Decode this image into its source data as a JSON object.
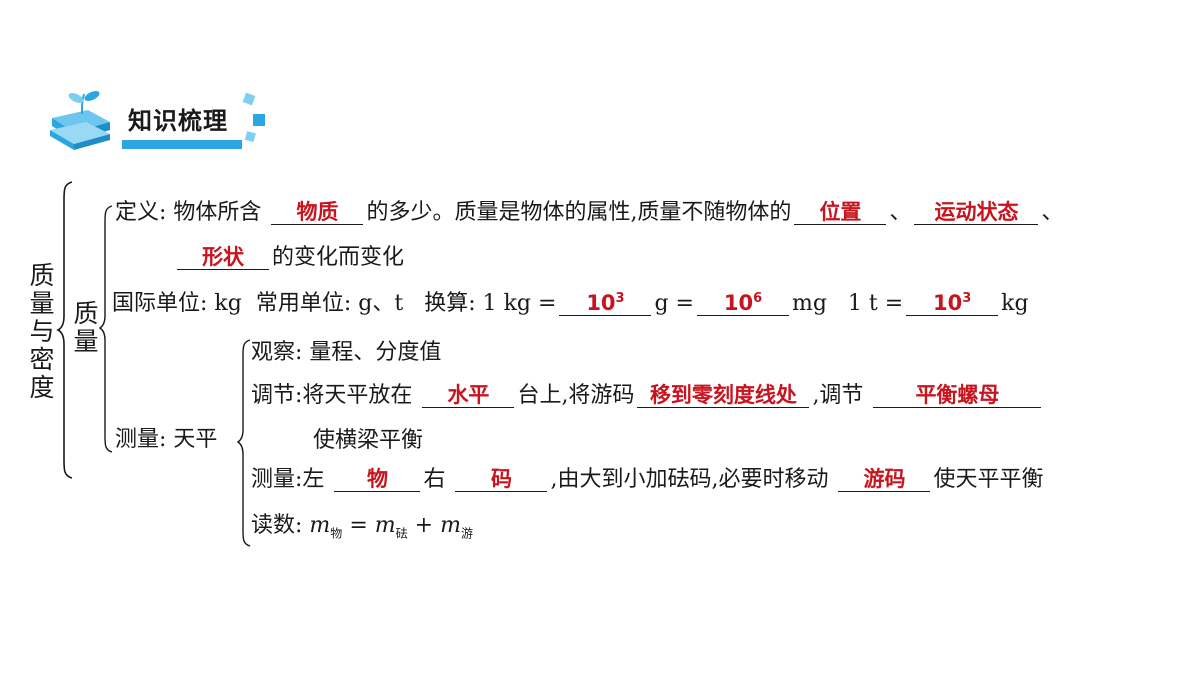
{
  "header": {
    "title": "知识梳理"
  },
  "root": {
    "label": "质量与密度"
  },
  "branch": {
    "label": "质量"
  },
  "definition": {
    "prefix": "定义:",
    "text1": "物体所含",
    "blank1": "物质",
    "text2": "的多少。质量是物体的属性,质量不随物体的",
    "blank2": "位置",
    "sep1": "、",
    "blank3": "运动状态",
    "sep2": "、",
    "blank4": "形状",
    "text3": "的变化而变化"
  },
  "units": {
    "prefix": "国际单位:",
    "si": "kg",
    "common_label": "常用单位:",
    "common": "g、t",
    "convert_label": "换算:",
    "c1": "1 kg =",
    "b1": "10",
    "b1_exp": "3",
    "u1": "g =",
    "b2": "10",
    "b2_exp": "6",
    "u2": "mg",
    "c2": "1 t =",
    "b3": "10",
    "b3_exp": "3",
    "u3": "kg"
  },
  "measure": {
    "label": "测量: 天平",
    "observe": "观察: 量程、分度值",
    "adjust_prefix": "调节:",
    "adjust_t1": "将天平放在",
    "adjust_b1": "水平",
    "adjust_t2": "台上,将游码",
    "adjust_b2": "移到零刻度线处",
    "adjust_t3": ",调节",
    "adjust_b3": "平衡螺母",
    "adjust_line2": "使横梁平衡",
    "weigh_prefix": "测量:",
    "weigh_t1": "左",
    "weigh_b1": "物",
    "weigh_t2": "右",
    "weigh_b2": "码",
    "weigh_t3": ",由大到小加砝码,必要时移动",
    "weigh_b3": "游码",
    "weigh_t4": "使天平平衡",
    "read_prefix": "读数:",
    "read_m": "m",
    "read_sub1": "物",
    "read_eq": "=",
    "read_sub2": "砝",
    "read_plus": "+",
    "read_sub3": "游"
  },
  "colors": {
    "answer": "#c8141e",
    "badge_blue": "#2aa7e0",
    "badge_light": "#7fd0f0"
  }
}
